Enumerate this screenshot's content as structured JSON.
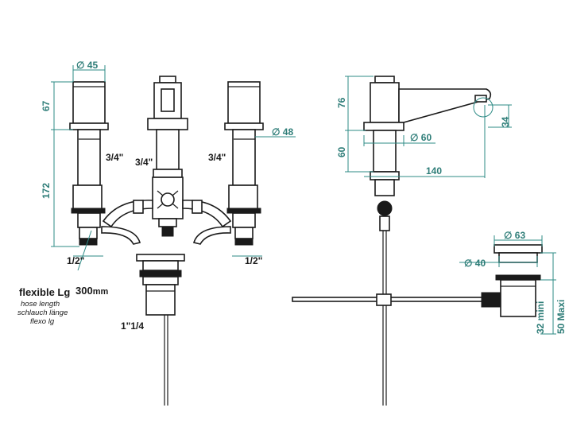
{
  "dimensions": {
    "dia45": "∅ 45",
    "h67": "67",
    "h172": "172",
    "dia48": "∅ 48",
    "h76": "76",
    "h60": "60",
    "dia60": "∅ 60",
    "l140": "140",
    "h34": "34",
    "dia63": "∅ 63",
    "dia40": "∅ 40",
    "mini": "32 mini",
    "maxi": "50 Maxi"
  },
  "threads": {
    "left_34": "3/4\"",
    "center_34": "3/4\"",
    "right_34": "3/4\"",
    "left_12": "1/2\"",
    "right_12": "1/2\"",
    "drain": "1\"1/4"
  },
  "hose": {
    "label": "flexible Lg",
    "length": "300",
    "unit": "mm",
    "translations": [
      "hose length",
      "schlauch länge",
      "flexo lg"
    ]
  },
  "colors": {
    "dimension": "#2e7d78",
    "line": "#1a1a1a"
  }
}
